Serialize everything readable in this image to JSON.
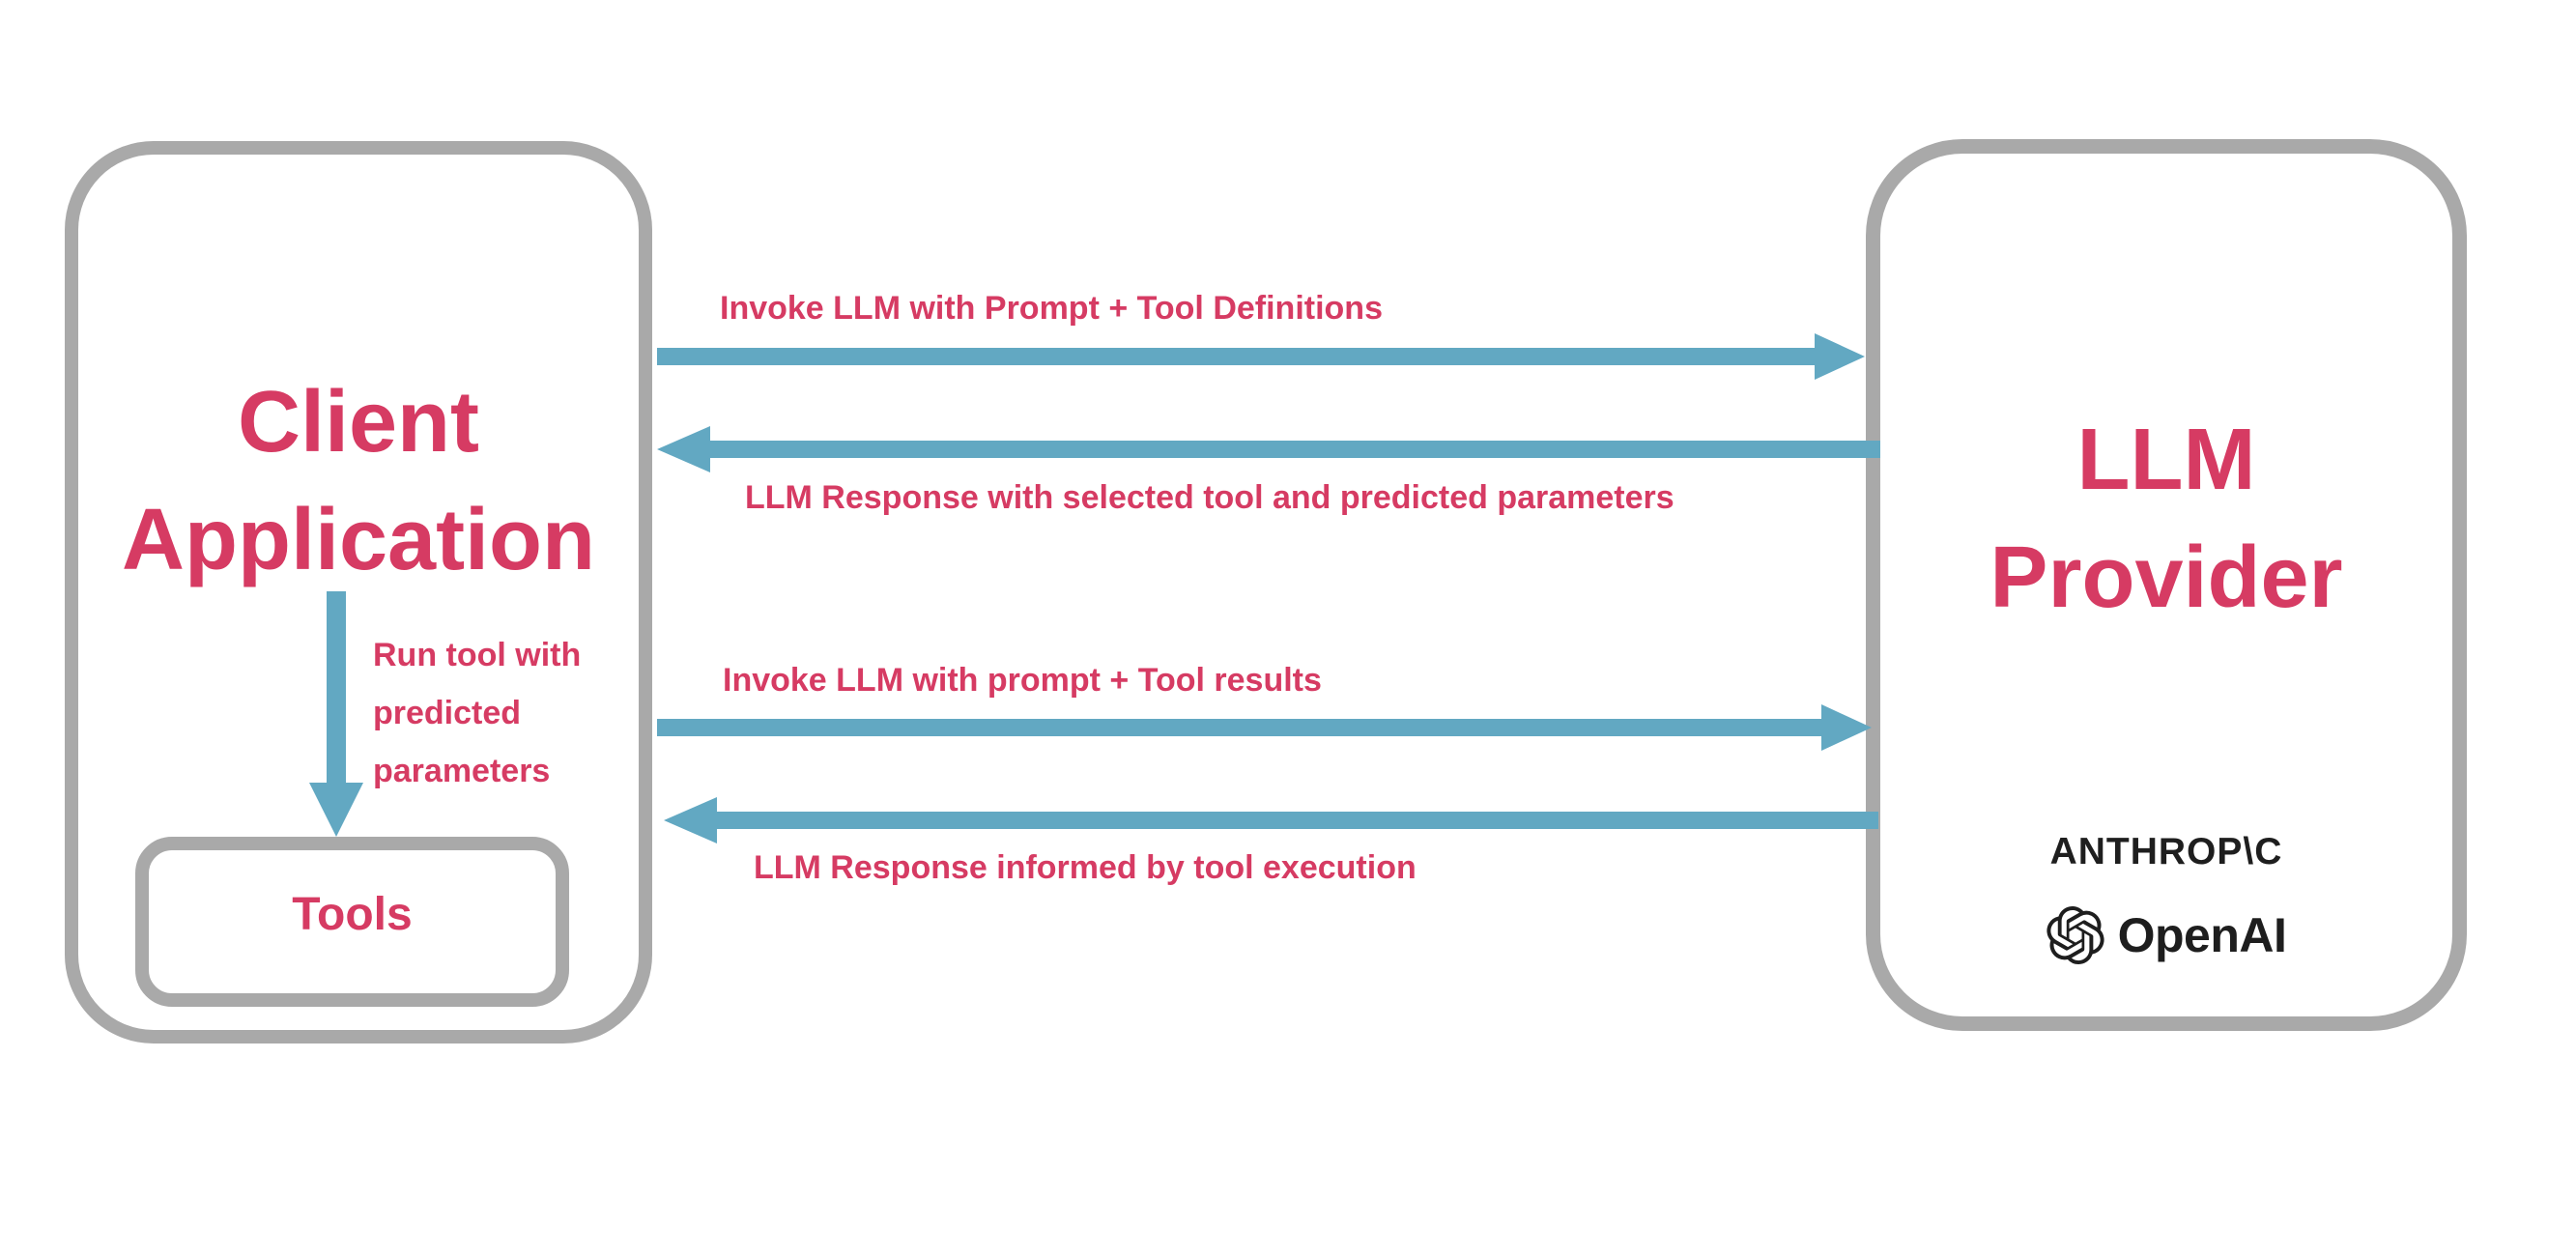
{
  "diagram": {
    "client_box": {
      "title": "Client\nApplication"
    },
    "tools_box": {
      "label": "Tools"
    },
    "llm_box": {
      "title": "LLM\nProvider",
      "providers": {
        "anthropic_wordmark": "ANTHROP\\C",
        "openai_wordmark": "OpenAI"
      }
    },
    "arrows": [
      {
        "direction": "right",
        "label": "Invoke LLM with Prompt + Tool Definitions"
      },
      {
        "direction": "left",
        "label": "LLM Response with selected tool and predicted parameters"
      },
      {
        "direction": "right",
        "label": "Invoke LLM with prompt + Tool results"
      },
      {
        "direction": "left",
        "label": "LLM Response informed by tool execution"
      },
      {
        "direction": "down",
        "label": "Run tool with\npredicted\nparameters"
      }
    ],
    "colors": {
      "accent_pink": "#d63b63",
      "arrow_blue": "#62a8c2",
      "border_gray": "#a9a9a9",
      "logo_dark": "#1e1e1e"
    }
  }
}
